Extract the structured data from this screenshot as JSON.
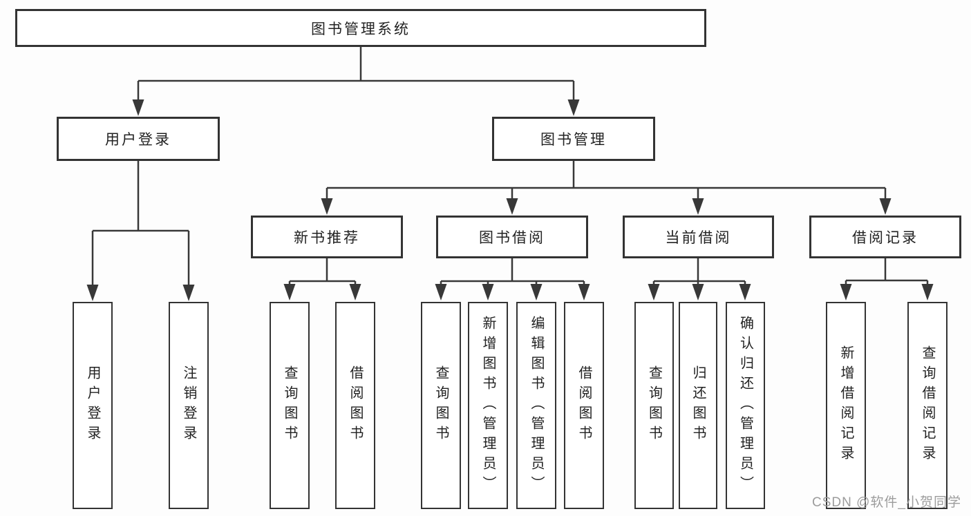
{
  "diagram": {
    "kind": "functional-structure-tree",
    "colors": {
      "line": "#383838",
      "box_border": "#333333",
      "box_fill": "#ffffff",
      "text": "#222222",
      "background": "#fdfdfd",
      "watermark": "#9c9c9c"
    }
  },
  "tree": {
    "label": "图书管理系统",
    "children": [
      {
        "label": "用户登录",
        "children": [
          {
            "label": "用户登录"
          },
          {
            "label": "注销登录"
          }
        ]
      },
      {
        "label": "图书管理",
        "children": [
          {
            "label": "新书推荐",
            "children": [
              {
                "label": "查询图书"
              },
              {
                "label": "借阅图书"
              }
            ]
          },
          {
            "label": "图书借阅",
            "children": [
              {
                "label": "查询图书"
              },
              {
                "label": "新增图书（管理员）"
              },
              {
                "label": "编辑图书（管理员）"
              },
              {
                "label": "借阅图书"
              }
            ]
          },
          {
            "label": "当前借阅",
            "children": [
              {
                "label": "查询图书"
              },
              {
                "label": "归还图书"
              },
              {
                "label": "确认归还（管理员）"
              }
            ]
          },
          {
            "label": "借阅记录",
            "children": [
              {
                "label": "新增借阅记录"
              },
              {
                "label": "查询借阅记录"
              }
            ]
          }
        ]
      }
    ]
  },
  "watermark": {
    "text": "CSDN @软件_小贺同学"
  }
}
